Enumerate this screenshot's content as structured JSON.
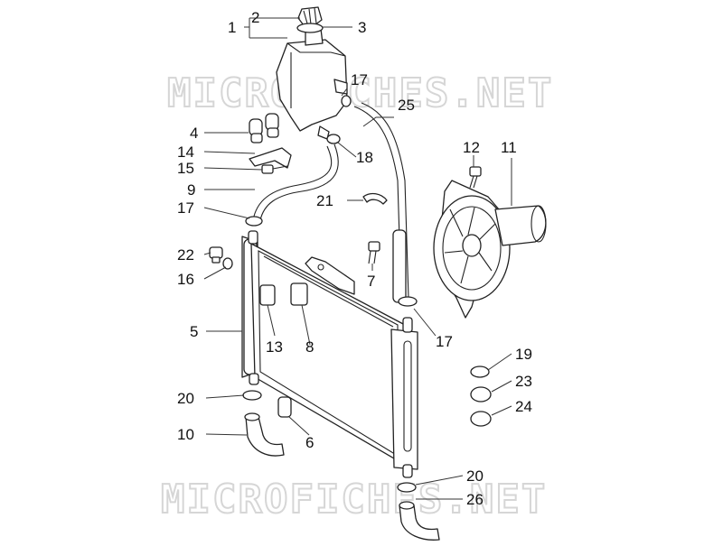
{
  "watermark": {
    "text": "MICROFICHES.NET"
  },
  "callouts": [
    {
      "id": "1",
      "text": "1"
    },
    {
      "id": "2",
      "text": "2"
    },
    {
      "id": "3",
      "text": "3"
    },
    {
      "id": "4",
      "text": "4"
    },
    {
      "id": "5",
      "text": "5"
    },
    {
      "id": "6",
      "text": "6"
    },
    {
      "id": "7",
      "text": "7"
    },
    {
      "id": "8",
      "text": "8"
    },
    {
      "id": "9",
      "text": "9"
    },
    {
      "id": "10",
      "text": "10"
    },
    {
      "id": "11",
      "text": "11"
    },
    {
      "id": "12",
      "text": "12"
    },
    {
      "id": "13",
      "text": "13"
    },
    {
      "id": "14",
      "text": "14"
    },
    {
      "id": "15",
      "text": "15"
    },
    {
      "id": "16",
      "text": "16"
    },
    {
      "id": "17a",
      "text": "17"
    },
    {
      "id": "17b",
      "text": "17"
    },
    {
      "id": "17c",
      "text": "17"
    },
    {
      "id": "18",
      "text": "18"
    },
    {
      "id": "19",
      "text": "19"
    },
    {
      "id": "20a",
      "text": "20"
    },
    {
      "id": "20b",
      "text": "20"
    },
    {
      "id": "21",
      "text": "21"
    },
    {
      "id": "22",
      "text": "22"
    },
    {
      "id": "23",
      "text": "23"
    },
    {
      "id": "24",
      "text": "24"
    },
    {
      "id": "25",
      "text": "25"
    },
    {
      "id": "26",
      "text": "26"
    }
  ]
}
